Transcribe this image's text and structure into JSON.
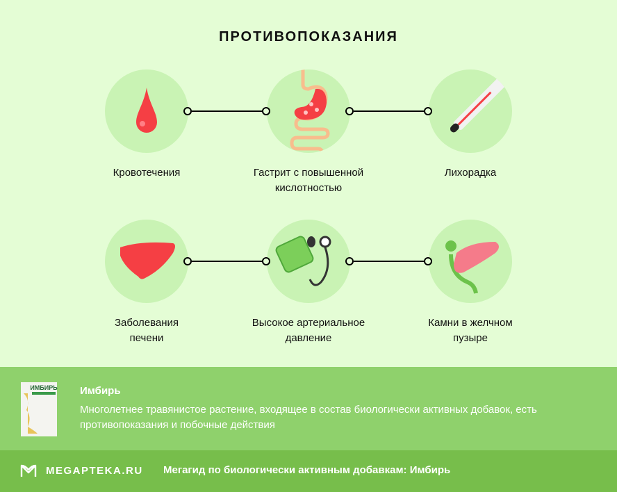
{
  "title": "ПРОТИВОПОКАЗАНИЯ",
  "items": [
    {
      "label": "Кровотечения",
      "icon": "blood-drop-icon"
    },
    {
      "label": "Гастрит с повышенной кислотностью",
      "icon": "stomach-icon"
    },
    {
      "label": "Лихорадка",
      "icon": "thermometer-icon"
    },
    {
      "label": "Заболевания печени",
      "icon": "liver-icon"
    },
    {
      "label": "Высокое артериальное давление",
      "icon": "blood-pressure-monitor-icon"
    },
    {
      "label": "Камни в желчном пузыре",
      "icon": "gallbladder-icon"
    }
  ],
  "product": {
    "name": "Имбирь",
    "description": "Многолетнее травянистое растение, входящее в состав биологически активных добавок, есть противопоказания и побочные действия",
    "box_text": "ИМБИРЬ"
  },
  "footer": {
    "logo": "MEGAPTEKA.RU",
    "text": "Мегагид по биологически активным добавкам: Имбирь"
  },
  "colors": {
    "background": "#e4fdd5",
    "circle": "#c9f3b4",
    "band": "#8fd16c",
    "footer": "#77be4b"
  }
}
